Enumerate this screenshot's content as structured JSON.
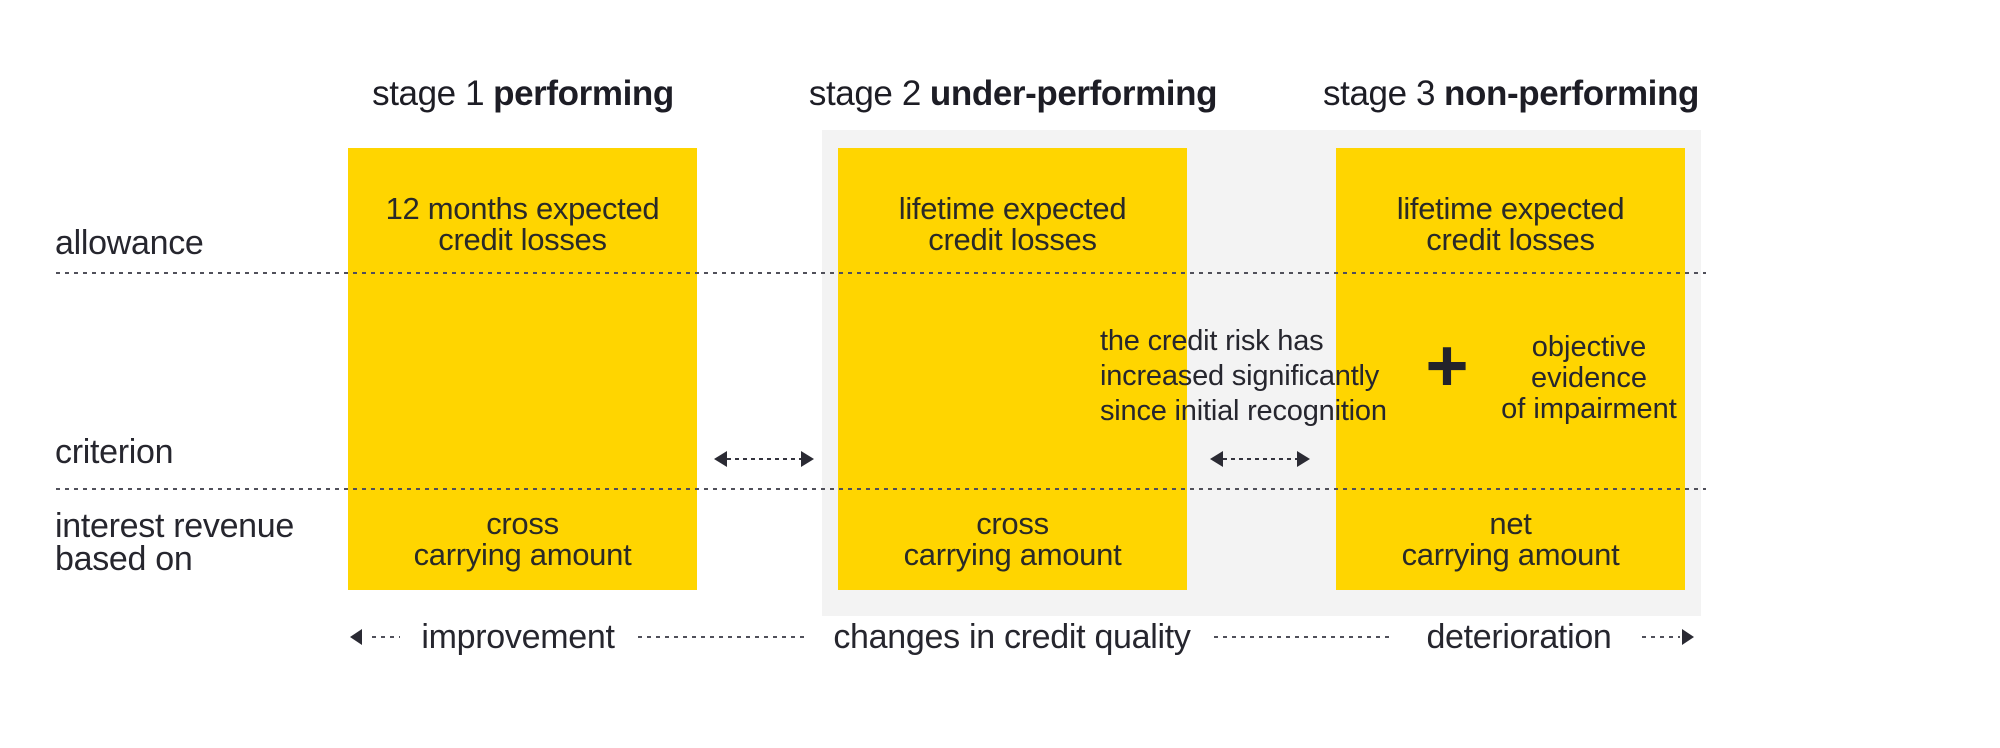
{
  "palette": {
    "stage_box_yellow": "#FFD500",
    "background_panel_gray": "#F3F3F3",
    "text_dark": "#26262E",
    "dotted_line_gray": "#50505A"
  },
  "stages": [
    {
      "header_prefix": "stage 1",
      "header_emphasis": "performing",
      "allowance": [
        "12 months expected",
        "credit losses"
      ],
      "interest": [
        "cross",
        "carrying amount"
      ]
    },
    {
      "header_prefix": "stage 2",
      "header_emphasis": "under-performing",
      "allowance": [
        "lifetime expected",
        "credit losses"
      ],
      "interest": [
        "cross",
        "carrying amount"
      ]
    },
    {
      "header_prefix": "stage 3",
      "header_emphasis": "non-performing",
      "allowance": [
        "lifetime expected",
        "credit losses"
      ],
      "interest": [
        "net",
        "carrying amount"
      ]
    }
  ],
  "row_labels": {
    "allowance": "allowance",
    "criterion": "criterion",
    "interest": [
      "interest revenue",
      "based on"
    ]
  },
  "criterion_note": {
    "left": [
      "the credit risk has",
      "increased significantly",
      "since initial recognition"
    ],
    "plus": "+",
    "right": [
      "objective",
      "evidence",
      "of impairment"
    ]
  },
  "footer": {
    "improvement": "improvement",
    "changes": "changes in credit quality",
    "deterioration": "deterioration"
  }
}
